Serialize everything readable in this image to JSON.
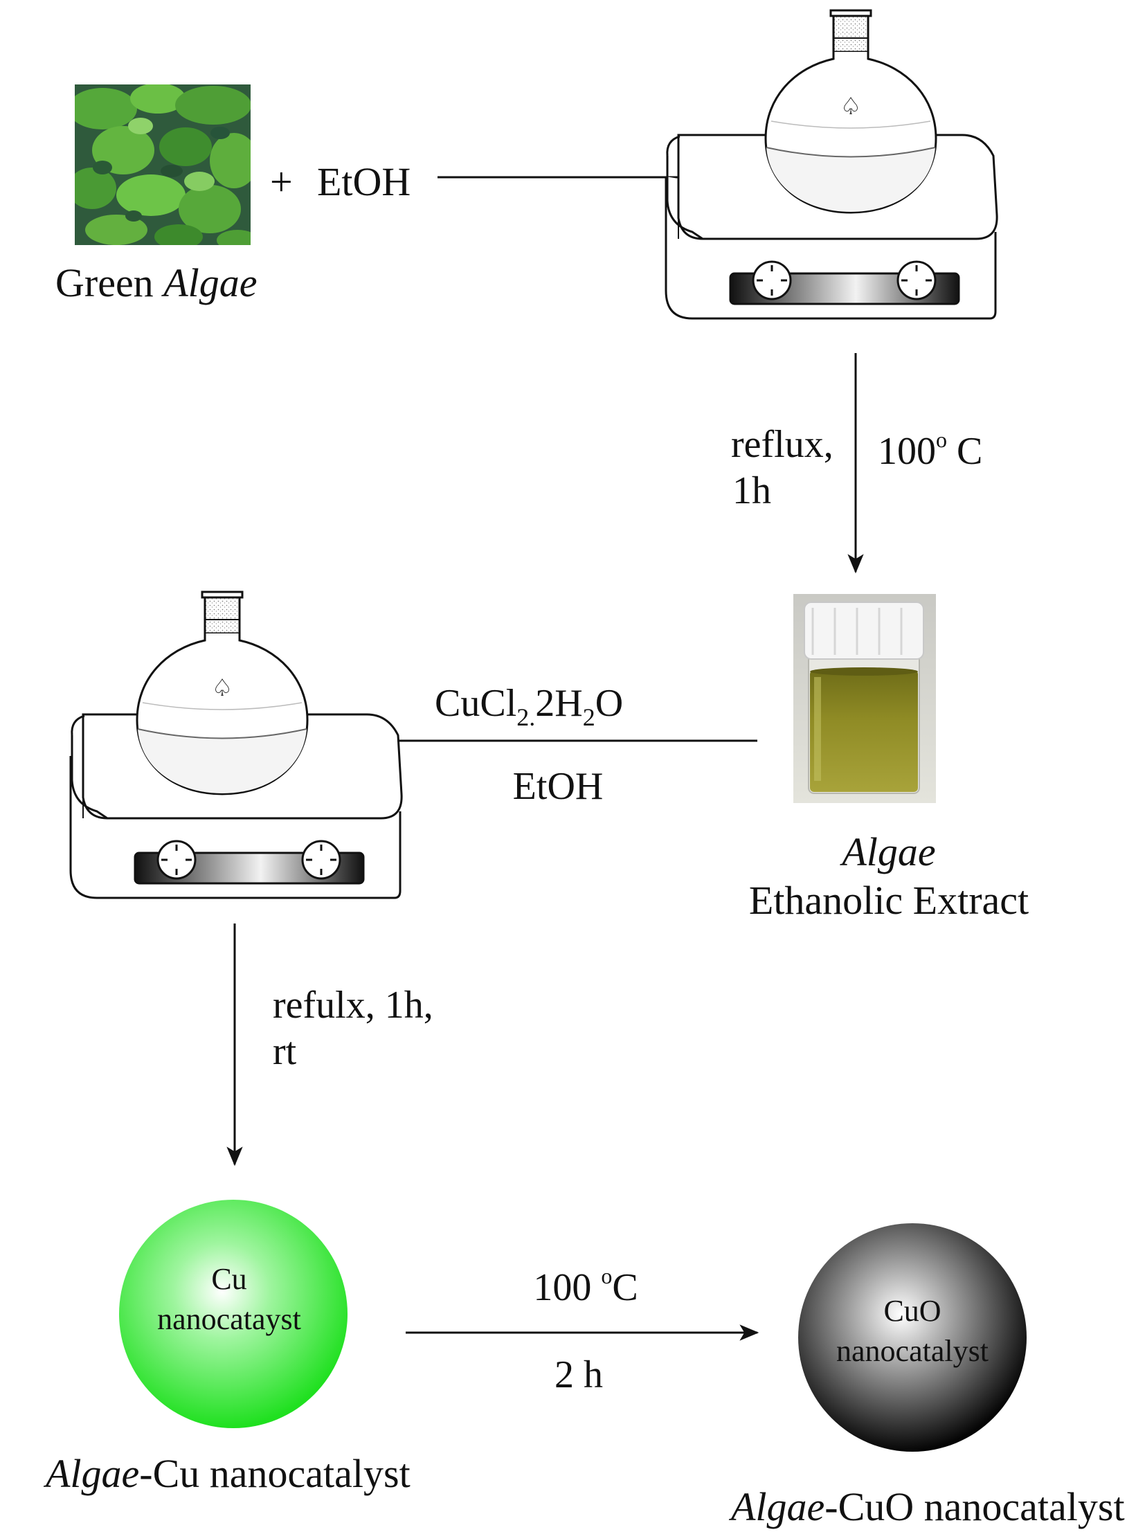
{
  "steps": {
    "start": {
      "plus": "+",
      "reagent": "EtOH",
      "caption_plain": "Green ",
      "caption_italic": "Algae"
    },
    "reflux1": {
      "line1": "reflux,",
      "line2": "1h",
      "temp": "100",
      "temp_sup": "o",
      "temp_unit": " C"
    },
    "extract": {
      "caption_italic": "Algae",
      "caption_line2": "Ethanolic Extract"
    },
    "copper": {
      "reagent_a": "CuCl",
      "reagent_sub1": "2.",
      "reagent_b": "2H",
      "reagent_sub2": "2",
      "reagent_c": "O",
      "solvent": "EtOH"
    },
    "reflux2": {
      "line1": "refulx, 1h,",
      "line2": "rt"
    },
    "cu_sphere": {
      "line1": "Cu",
      "line2": "nanocatayst",
      "caption_italic": "Algae",
      "caption_plain": "-Cu nanocatalyst"
    },
    "calcination": {
      "temp": "100 ",
      "temp_sup": "o",
      "temp_unit": "C",
      "time": "2 h"
    },
    "cuo_sphere": {
      "line1": "CuO",
      "line2": "nanocatalyst",
      "caption_italic": "Algae",
      "caption_plain": "-CuO nanocatalyst"
    }
  },
  "icons": [
    "algae-photo-icon",
    "round-bottom-flask-icon",
    "hot-plate-stirrer-icon",
    "vial-icon",
    "nanoparticle-sphere-icon"
  ],
  "colors": {
    "algae_green": "#3f9a2e",
    "extract_yellow": "#8a8a1c",
    "cu_sphere": "#2ee82e",
    "cuo_sphere": "#111111",
    "line": "#111111"
  }
}
